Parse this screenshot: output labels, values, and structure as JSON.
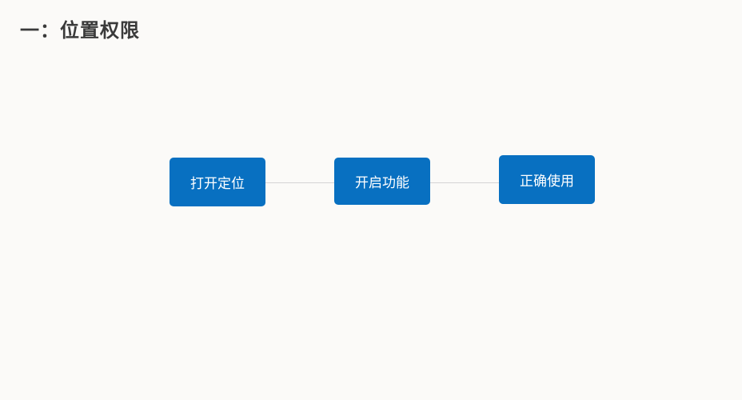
{
  "title": "一：位置权限",
  "steps": [
    {
      "label": "打开定位"
    },
    {
      "label": "开启功能"
    },
    {
      "label": "正确使用"
    }
  ],
  "colors": {
    "box": "#0870c1",
    "connector": "#d4d4d4",
    "title": "#3a3a3a"
  }
}
